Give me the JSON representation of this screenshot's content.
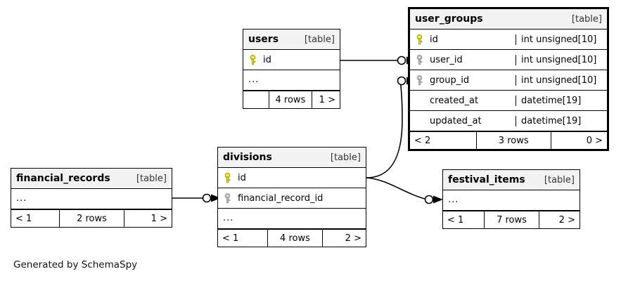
{
  "diagram": {
    "type": "entity-relationship-diagram",
    "credit": "Generated by SchemaSpy",
    "table_tag": "[table]",
    "ellipsis": "...",
    "key_colors": {
      "primary": "#e8e000",
      "foreign": "#b3b3b3"
    }
  },
  "tables": [
    {
      "id": "user_groups",
      "name": "user_groups",
      "tag": "[table]",
      "highlighted": true,
      "columns": [
        {
          "name": "id",
          "type": "int unsigned[10]",
          "key": "primary"
        },
        {
          "name": "user_id",
          "type": "int unsigned[10]",
          "key": "foreign"
        },
        {
          "name": "group_id",
          "type": "int unsigned[10]",
          "key": "foreign"
        },
        {
          "name": "created_at",
          "type": "datetime[19]",
          "key": "none"
        },
        {
          "name": "updated_at",
          "type": "datetime[19]",
          "key": "none"
        }
      ],
      "has_ellipsis": false,
      "footer": {
        "left": "< 2",
        "middle": "3 rows",
        "right": "0 >"
      }
    },
    {
      "id": "users",
      "name": "users",
      "tag": "[table]",
      "highlighted": false,
      "columns": [
        {
          "name": "id",
          "type": "",
          "key": "primary"
        }
      ],
      "has_ellipsis": true,
      "footer": {
        "left": "",
        "middle": "4 rows",
        "right": "1 >"
      }
    },
    {
      "id": "divisions",
      "name": "divisions",
      "tag": "[table]",
      "highlighted": false,
      "columns": [
        {
          "name": "id",
          "type": "",
          "key": "primary"
        },
        {
          "name": "financial_record_id",
          "type": "",
          "key": "foreign"
        }
      ],
      "has_ellipsis": true,
      "footer": {
        "left": "< 1",
        "middle": "4 rows",
        "right": "2 >"
      }
    },
    {
      "id": "financial_records",
      "name": "financial_records",
      "tag": "[table]",
      "highlighted": false,
      "columns": [],
      "has_ellipsis": true,
      "footer": {
        "left": "< 1",
        "middle": "2 rows",
        "right": "1 >"
      }
    },
    {
      "id": "festival_items",
      "name": "festival_items",
      "tag": "[table]",
      "highlighted": false,
      "columns": [],
      "has_ellipsis": true,
      "footer": {
        "left": "< 1",
        "middle": "7 rows",
        "right": "2 >"
      }
    }
  ],
  "relationships": [
    {
      "from": "users",
      "to": "user_groups",
      "to_column": "user_id"
    },
    {
      "from": "divisions",
      "to": "user_groups",
      "to_column": "group_id"
    },
    {
      "from": "financial_records",
      "to": "divisions",
      "to_column": "financial_record_id"
    },
    {
      "from": "divisions",
      "to": "festival_items",
      "to_column": "..."
    }
  ]
}
